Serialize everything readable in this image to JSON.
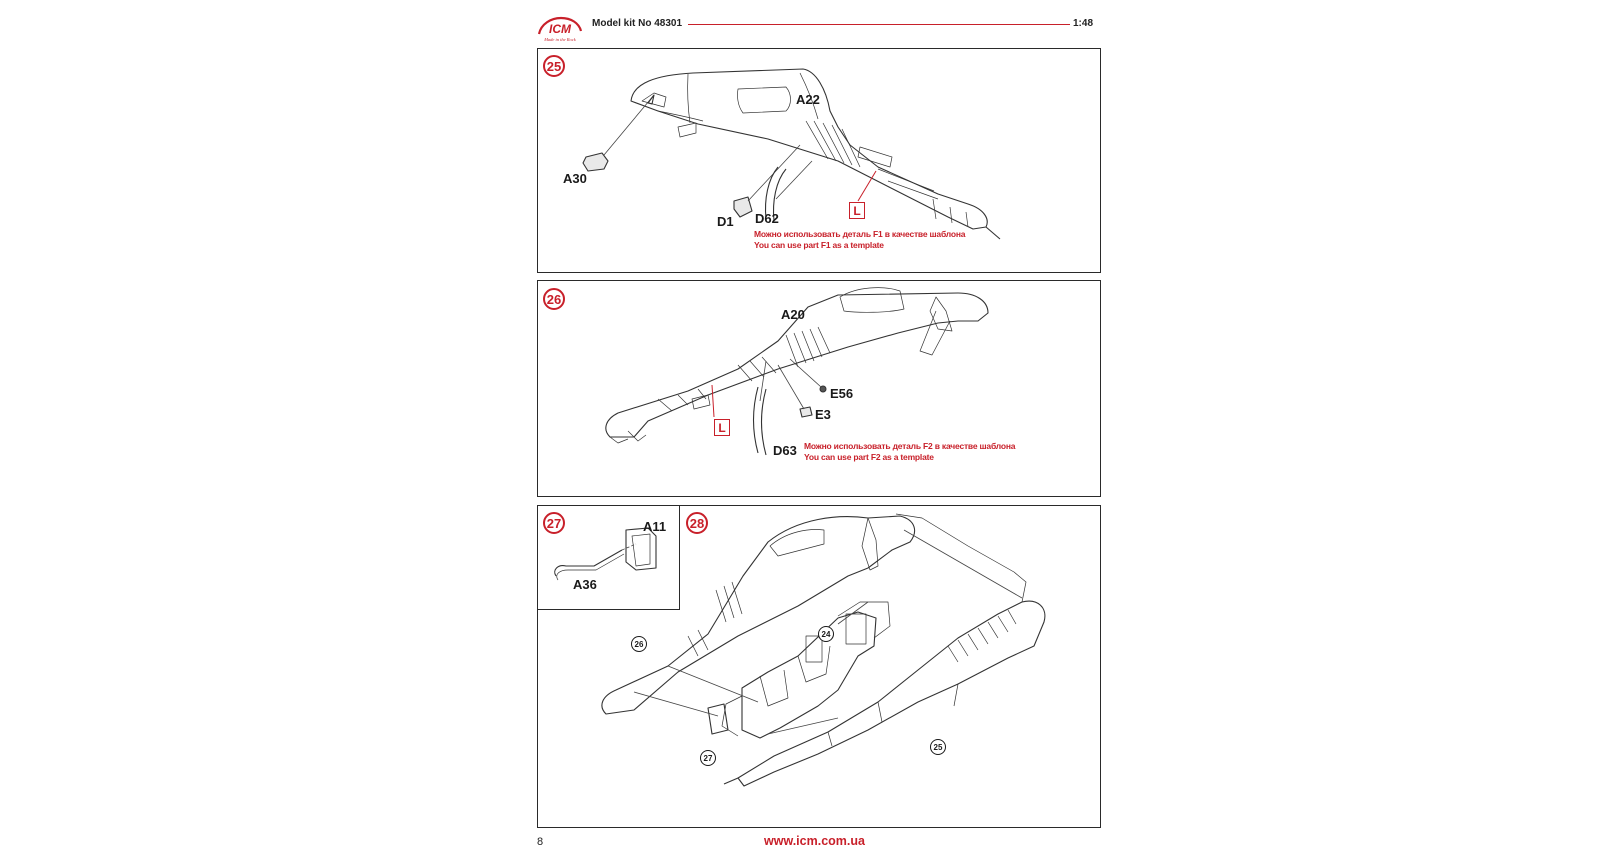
{
  "header": {
    "brand": "ICM",
    "brand_tagline": "Made in the Rock",
    "model_kit_label": "Model kit No 48301",
    "scale": "1:48"
  },
  "steps": {
    "s25": {
      "number": "25",
      "parts": {
        "a22": "A22",
        "a30": "A30",
        "d1": "D1",
        "d62": "D62"
      },
      "marker": "L",
      "note_ru": "Можно использовать деталь F1 в качестве шаблона",
      "note_en": "You can use part F1 as a template"
    },
    "s26": {
      "number": "26",
      "parts": {
        "a20": "A20",
        "e56": "E56",
        "e3": "E3",
        "d63": "D63"
      },
      "marker": "L",
      "note_ru": "Можно использовать деталь F2 в качестве шаблона",
      "note_en": "You can use part F2 as a template"
    },
    "s27": {
      "number": "27",
      "parts": {
        "a11": "A11",
        "a36": "A36"
      }
    },
    "s28": {
      "number": "28",
      "refs": {
        "r26": "26",
        "r24": "24",
        "r27": "27",
        "r25": "25"
      }
    }
  },
  "footer": {
    "page_number": "8",
    "website": "www.icm.com.ua"
  },
  "colors": {
    "accent_red": "#c8202a",
    "ink": "#1a1a1a"
  }
}
